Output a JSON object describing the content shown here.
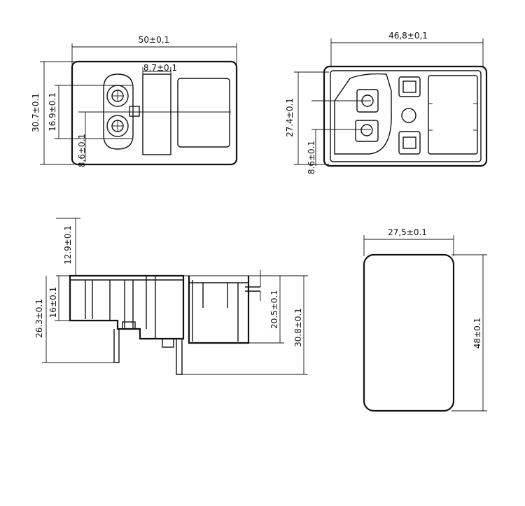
{
  "top_left_view": {
    "width": "50±0,1",
    "height": "30.7±0.1",
    "pin_spacing": "16.9±0.1",
    "offset": "8.6±0.1",
    "switch_width": "8.7±0.1"
  },
  "top_right_view": {
    "width": "46,8±0,1",
    "height": "27.4±0.1",
    "offset": "8.6±0.1"
  },
  "side_view": {
    "top_gap": "12.9±0.1",
    "height_a": "26.3±0.1",
    "height_b": "16±0.1",
    "height_c": "20.5±0.1",
    "height_d": "30.8±0.1"
  },
  "cover_view": {
    "width": "27,5±0.1",
    "height": "48±0.1"
  }
}
